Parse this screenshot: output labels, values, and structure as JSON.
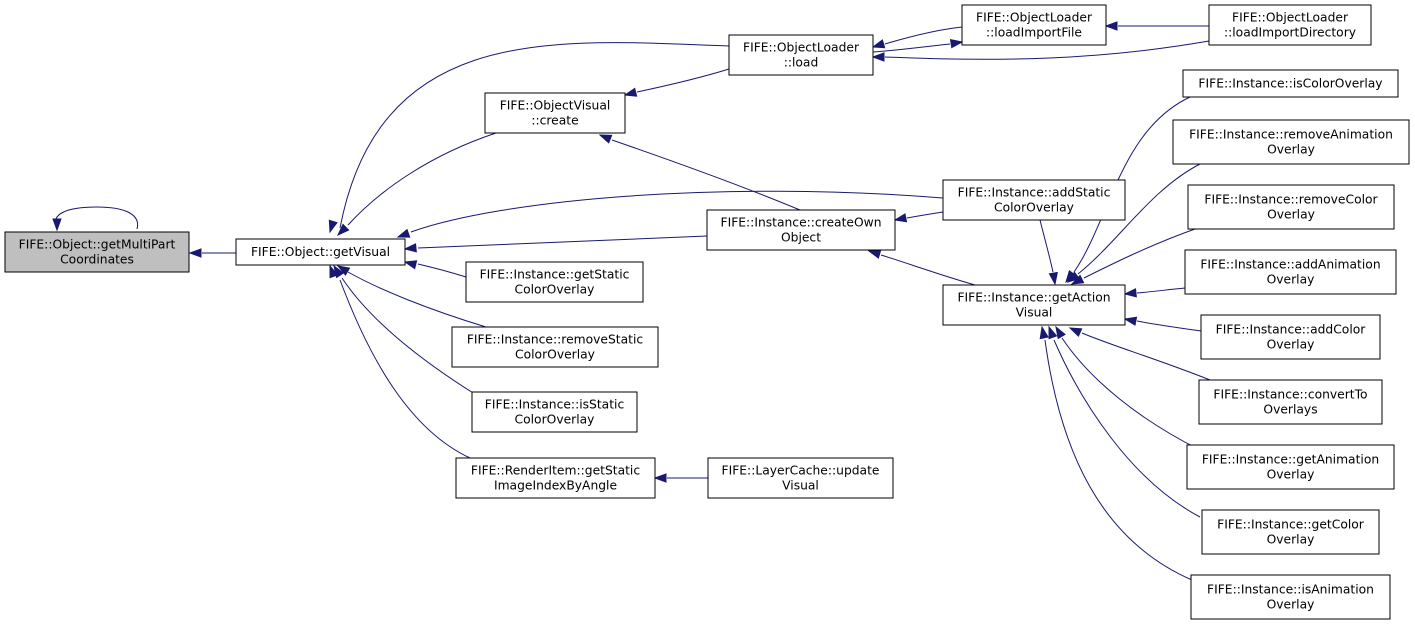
{
  "colors": {
    "focus_fill": "#bfbfbf",
    "node_fill": "#ffffff",
    "node_stroke": "#000000",
    "edge": "#191970"
  },
  "nodes": [
    {
      "id": "getmultipart",
      "name": "node-getmultipartcoordinates",
      "lines": [
        "FIFE::Object::getMultiPart",
        "Coordinates"
      ],
      "focus": true
    },
    {
      "id": "getvisual",
      "name": "node-object-getvisual",
      "lines": [
        "FIFE::Object::getVisual"
      ]
    },
    {
      "id": "ovcreate",
      "name": "node-objectvisual-create",
      "lines": [
        "FIFE::ObjectVisual",
        "::create"
      ]
    },
    {
      "id": "olload",
      "name": "node-objectloader-load",
      "lines": [
        "FIFE::ObjectLoader",
        "::load"
      ]
    },
    {
      "id": "olimportfile",
      "name": "node-objectloader-loadimportfile",
      "lines": [
        "FIFE::ObjectLoader",
        "::loadImportFile"
      ]
    },
    {
      "id": "olimportdir",
      "name": "node-objectloader-loadimportdirectory",
      "lines": [
        "FIFE::ObjectLoader",
        "::loadImportDirectory"
      ]
    },
    {
      "id": "createown",
      "name": "node-instance-createownobject",
      "lines": [
        "FIFE::Instance::createOwn",
        "Object"
      ]
    },
    {
      "id": "addstatic",
      "name": "node-instance-addstaticcoloroverlay",
      "lines": [
        "FIFE::Instance::addStatic",
        "ColorOverlay"
      ]
    },
    {
      "id": "getstatic",
      "name": "node-instance-getstaticcoloroverlay",
      "lines": [
        "FIFE::Instance::getStatic",
        "ColorOverlay"
      ]
    },
    {
      "id": "removestatic",
      "name": "node-instance-removestaticcoloroverlay",
      "lines": [
        "FIFE::Instance::removeStatic",
        "ColorOverlay"
      ]
    },
    {
      "id": "isstatic",
      "name": "node-instance-isstaticcoloroverlay",
      "lines": [
        "FIFE::Instance::isStatic",
        "ColorOverlay"
      ]
    },
    {
      "id": "renderitem",
      "name": "node-renderitem-getstaticimageindexbyangle",
      "lines": [
        "FIFE::RenderItem::getStatic",
        "ImageIndexByAngle"
      ]
    },
    {
      "id": "layercache",
      "name": "node-layercache-updatevisual",
      "lines": [
        "FIFE::LayerCache::update",
        "Visual"
      ]
    },
    {
      "id": "getaction",
      "name": "node-instance-getactionvisual",
      "lines": [
        "FIFE::Instance::getAction",
        "Visual"
      ]
    },
    {
      "id": "iscolor",
      "name": "node-instance-iscoloroverlay",
      "lines": [
        "FIFE::Instance::isColorOverlay"
      ]
    },
    {
      "id": "removeanim",
      "name": "node-instance-removeanimationoverlay",
      "lines": [
        "FIFE::Instance::removeAnimation",
        "Overlay"
      ]
    },
    {
      "id": "removecolor",
      "name": "node-instance-removecoloroverlay",
      "lines": [
        "FIFE::Instance::removeColor",
        "Overlay"
      ]
    },
    {
      "id": "addanim",
      "name": "node-instance-addanimationoverlay",
      "lines": [
        "FIFE::Instance::addAnimation",
        "Overlay"
      ]
    },
    {
      "id": "addcolor",
      "name": "node-instance-addcoloroverlay",
      "lines": [
        "FIFE::Instance::addColor",
        "Overlay"
      ]
    },
    {
      "id": "convertto",
      "name": "node-instance-converttooverlays",
      "lines": [
        "FIFE::Instance::convertTo",
        "Overlays"
      ]
    },
    {
      "id": "getanim",
      "name": "node-instance-getanimationoverlay",
      "lines": [
        "FIFE::Instance::getAnimation",
        "Overlay"
      ]
    },
    {
      "id": "getcolor",
      "name": "node-instance-getcoloroverlay",
      "lines": [
        "FIFE::Instance::getColor",
        "Overlay"
      ]
    },
    {
      "id": "isanim",
      "name": "node-instance-isanimationoverlay",
      "lines": [
        "FIFE::Instance::isAnimation",
        "Overlay"
      ]
    }
  ],
  "edges": [
    {
      "from": "getmultipart",
      "to": "getmultipart"
    },
    {
      "from": "getvisual",
      "to": "getmultipart"
    },
    {
      "from": "olload",
      "to": "getvisual"
    },
    {
      "from": "ovcreate",
      "to": "getvisual"
    },
    {
      "from": "addstatic",
      "to": "getvisual"
    },
    {
      "from": "createown",
      "to": "getvisual"
    },
    {
      "from": "getstatic",
      "to": "getvisual"
    },
    {
      "from": "removestatic",
      "to": "getvisual"
    },
    {
      "from": "isstatic",
      "to": "getvisual"
    },
    {
      "from": "renderitem",
      "to": "getvisual"
    },
    {
      "from": "olload",
      "to": "ovcreate"
    },
    {
      "from": "createown",
      "to": "ovcreate"
    },
    {
      "from": "olimportfile",
      "to": "olload"
    },
    {
      "from": "olimportdir",
      "to": "olload"
    },
    {
      "from": "olimportdir",
      "to": "olimportfile"
    },
    {
      "from": "olload",
      "to": "olimportfile"
    },
    {
      "from": "addstatic",
      "to": "createown"
    },
    {
      "from": "getaction",
      "to": "createown"
    },
    {
      "from": "layercache",
      "to": "renderitem"
    },
    {
      "from": "iscolor",
      "to": "getaction"
    },
    {
      "from": "removeanim",
      "to": "getaction"
    },
    {
      "from": "removecolor",
      "to": "getaction"
    },
    {
      "from": "addanim",
      "to": "getaction"
    },
    {
      "from": "addcolor",
      "to": "getaction"
    },
    {
      "from": "convertto",
      "to": "getaction"
    },
    {
      "from": "getanim",
      "to": "getaction"
    },
    {
      "from": "getcolor",
      "to": "getaction"
    },
    {
      "from": "isanim",
      "to": "getaction"
    },
    {
      "from": "addstatic",
      "to": "getaction"
    }
  ]
}
